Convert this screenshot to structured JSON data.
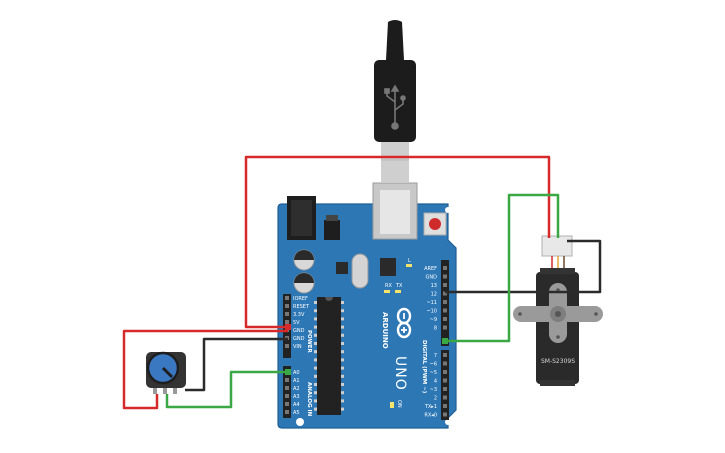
{
  "colors": {
    "board": "#2d77b5",
    "board_edge": "#1f5f96",
    "wire_red": "#d62a2a",
    "wire_black": "#2b2b2b",
    "wire_green": "#3aa845",
    "servo_body": "#2a2a2a",
    "servo_horn": "#9a9a9a",
    "knob": "#3b78c2",
    "usb_plug": "#1c1c1c",
    "usb_metal": "#cfcfcf"
  },
  "icons": [
    "usb-icon",
    "arduino-logo-icon"
  ],
  "board": {
    "brand": "ARDUINO",
    "model": "UNO",
    "rx": "RX",
    "tx": "TX",
    "l": "L",
    "on": "ON",
    "power_header": "POWER",
    "analog_header": "ANALOG IN",
    "digital_header": "DIGITAL (PWM ~)",
    "power_pins": [
      "IOREF",
      "RESET",
      "3.3V",
      "5V",
      "GND",
      "GND",
      "VIN"
    ],
    "analog_pins": [
      "A0",
      "A1",
      "A2",
      "A3",
      "A4",
      "A5"
    ],
    "digital_top": [
      "AREF",
      "GND",
      "13",
      "12",
      "~11",
      "~10",
      "~9",
      "8"
    ],
    "digital_bottom": [
      "7",
      "~6",
      "~5",
      "4",
      "~3",
      "2",
      "TX▸1",
      "RX◂0"
    ]
  },
  "servo": {
    "model": "SM-S2309S"
  }
}
